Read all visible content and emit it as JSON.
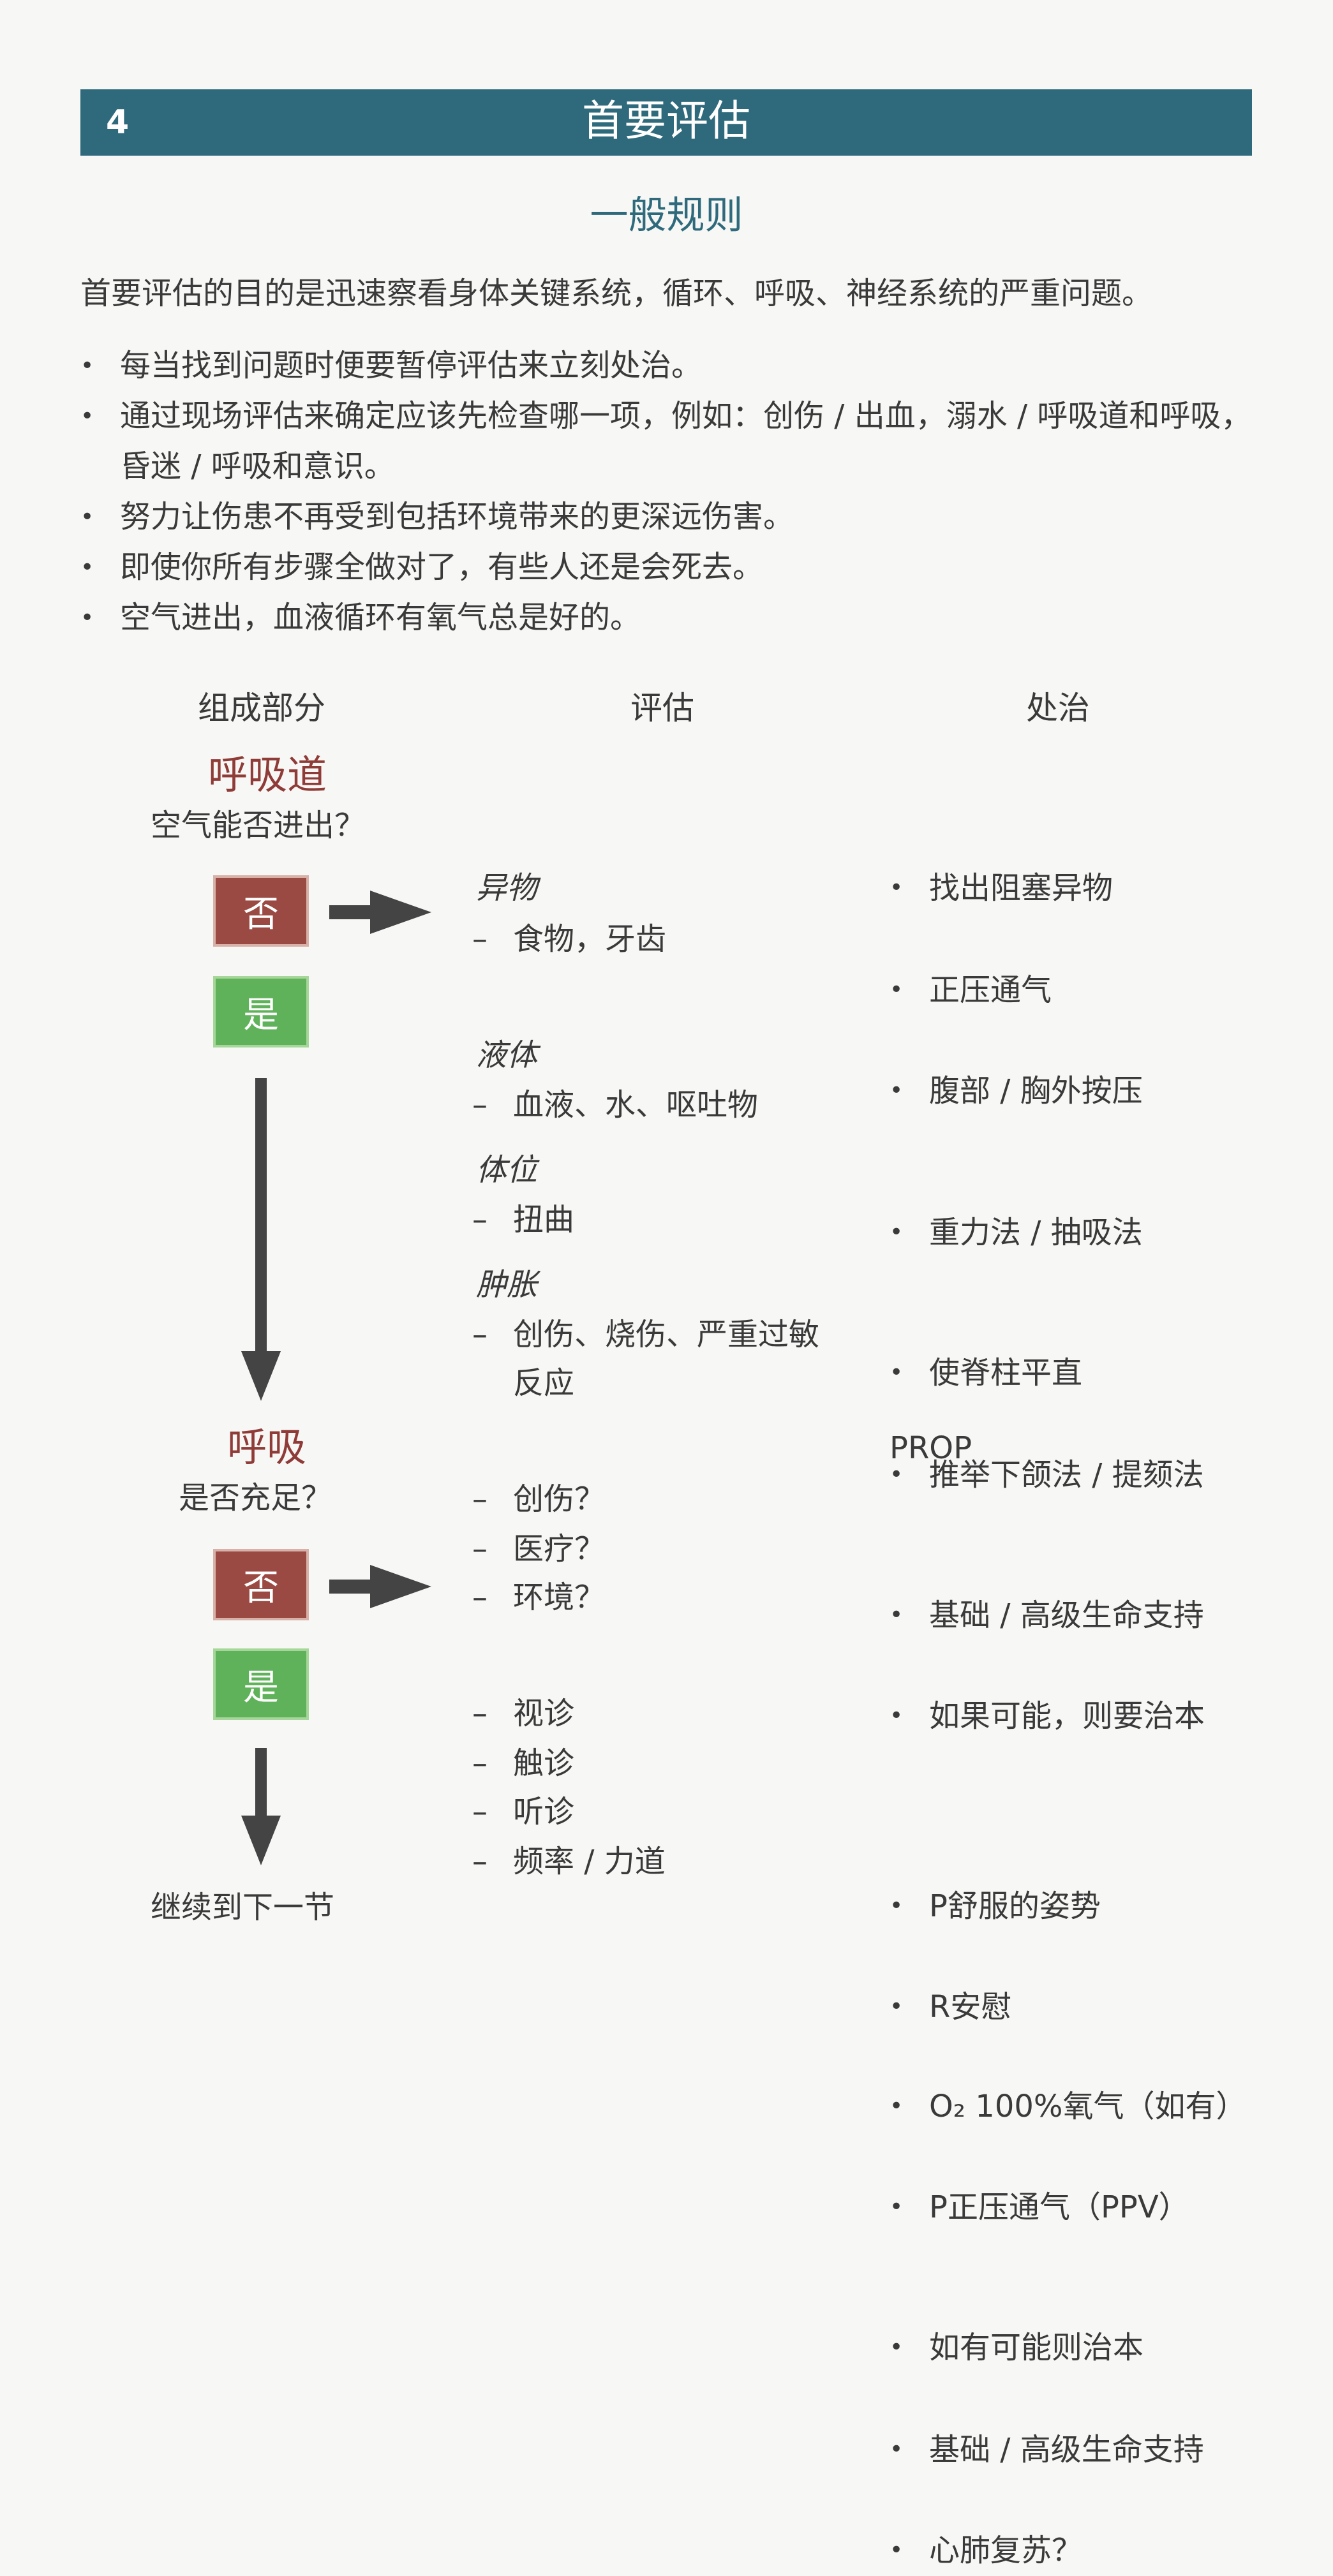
{
  "header": {
    "page_number": "4",
    "title": "首要评估"
  },
  "section_title": "一般规则",
  "intro": "首要评估的目的是迅速察看身体关键系统，循环、呼吸、神经系统的严重问题。",
  "rules": [
    "每当找到问题时便要暂停评估来立刻处治。",
    "通过现场评估来确定应该先检查哪一项，例如：创伤 / 出血，溺水 / 呼吸道和呼吸，昏迷 / 呼吸和意识。",
    "努力让伤患不再受到包括环境带来的更深远伤害。",
    "即使你所有步骤全做对了，有些人还是会死去。",
    "空气进出，血液循环有氧气总是好的。"
  ],
  "columns": {
    "component": "组成部分",
    "assessment": "评估",
    "treatment": "处治"
  },
  "airway": {
    "title": "呼吸道",
    "question": "空气能否进出？",
    "no_label": "否",
    "yes_label": "是",
    "assessment": [
      {
        "heading": "异物",
        "items": [
          "食物，牙齿"
        ]
      },
      {
        "heading": "液体",
        "items": [
          "血液、水、呕吐物"
        ]
      },
      {
        "heading": "体位",
        "items": [
          "扭曲"
        ]
      },
      {
        "heading": "肿胀",
        "items": [
          "创伤、烧伤、严重过敏",
          "反应"
        ]
      }
    ],
    "treatment": [
      "找出阻塞异物",
      "正压通气",
      "腹部 / 胸外按压",
      "重力法 / 抽吸法",
      "使脊柱平直",
      "推举下颌法 / 提颏法",
      "基础 / 高级生命支持",
      "如果可能，则要治本"
    ]
  },
  "breathing": {
    "title": "呼吸",
    "question": "是否充足？",
    "no_label": "否",
    "yes_label": "是",
    "assessment_no": [
      "创伤？",
      "医疗？",
      "环境？"
    ],
    "assessment_yes": [
      "视诊",
      "触诊",
      "听诊",
      "频率 / 力道"
    ],
    "prop_title": "PROP",
    "prop_items": [
      "P舒服的姿势",
      "R安慰",
      "O₂ 100%氧气（如有）",
      "P正压通气（PPV）"
    ],
    "treatment_yes": [
      "如有可能则治本",
      "基础 / 高级生命支持",
      "心肺复苏？"
    ]
  },
  "continue_text": "继续到下一节"
}
